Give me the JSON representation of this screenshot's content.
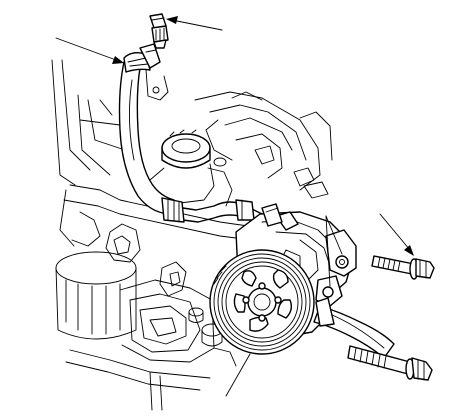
{
  "diagram": {
    "colors": {
      "line": "#000000",
      "background": "#ffffff"
    },
    "parts": [
      "pressure-switch",
      "high-pressure-hose",
      "power-steering-pump",
      "pump-mounting-bolt-upper",
      "pump-mounting-bolt-lower",
      "pump-pulley",
      "reservoir-cap"
    ]
  }
}
